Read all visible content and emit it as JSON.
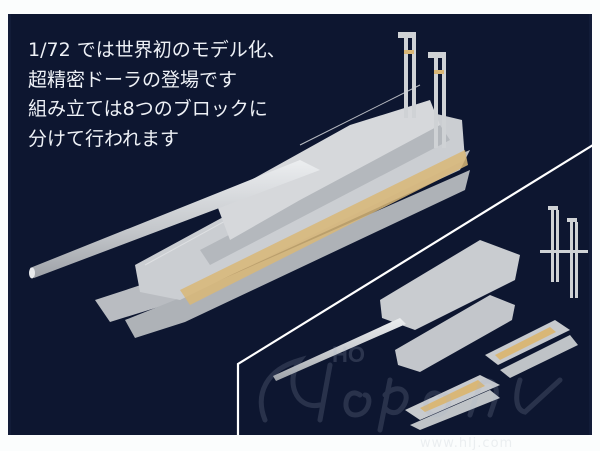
{
  "caption": {
    "lines": [
      "1/72 では世界初のモデル化、",
      "超精密ドーラの登場です",
      "組み立ては8つのブロックに",
      "分けて行われます"
    ]
  },
  "watermark": {
    "logo_text": "HobbyLink Japan",
    "script_text": "Japan",
    "url": "www.hlj.com"
  },
  "colors": {
    "background": "#0d1630",
    "model_gray": "#c9ccd0",
    "model_tan": "#d9b777",
    "divider": "#ffffff",
    "text": "#eef1f6"
  },
  "illustration": {
    "main_view": "assembled railway gun model",
    "inset_view": "exploded view of assembly blocks"
  }
}
